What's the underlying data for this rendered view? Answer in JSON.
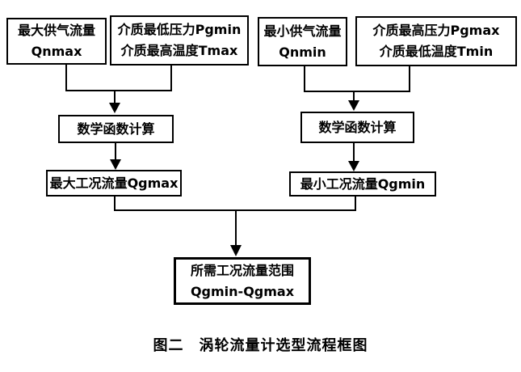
{
  "diagram": {
    "background_color": "#ffffff",
    "line_color": "#000000",
    "caption": "图二　涡轮流量计选型流程框图",
    "nodes": {
      "qnmax": {
        "line1": "最大供气流量",
        "line2": "Qnmax"
      },
      "pgmin_tmax": {
        "line1": "介质最低压力Pgmin",
        "line2": "介质最高温度Tmax"
      },
      "qnmin": {
        "line1": "最小供气流量",
        "line2": "Qnmin"
      },
      "pgmax_tmin": {
        "line1": "介质最高压力Pgmax",
        "line2": "介质最低温度Tmin"
      },
      "math_calc_left": {
        "label": "数学函数计算"
      },
      "math_calc_right": {
        "label": "数学函数计算"
      },
      "qgmax": {
        "label": "最大工况流量Qgmax"
      },
      "qgmin": {
        "label": "最小工况流量Qgmin"
      },
      "result": {
        "line1": "所需工况流量范围",
        "line2": "Qgmin-Qgmax"
      }
    }
  }
}
